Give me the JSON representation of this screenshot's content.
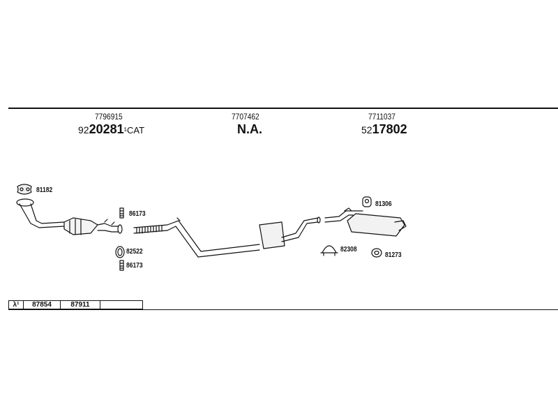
{
  "header": {
    "columns": [
      {
        "ref": "7796915",
        "prefix": "92",
        "main": "20281",
        "suffix": "¹CAT"
      },
      {
        "ref": "7707462",
        "prefix": "",
        "main": "N.A.",
        "suffix": ""
      },
      {
        "ref": "7711037",
        "prefix": "52",
        "main": "17802",
        "suffix": ""
      }
    ]
  },
  "parts": {
    "p81182": "81182",
    "p86173a": "86173",
    "p82522": "82522",
    "p86173b": "86173",
    "p81306": "81306",
    "p82308": "82308",
    "p81273": "81273"
  },
  "table": {
    "cells": [
      "λ¹",
      "87854",
      "87911",
      ""
    ]
  }
}
